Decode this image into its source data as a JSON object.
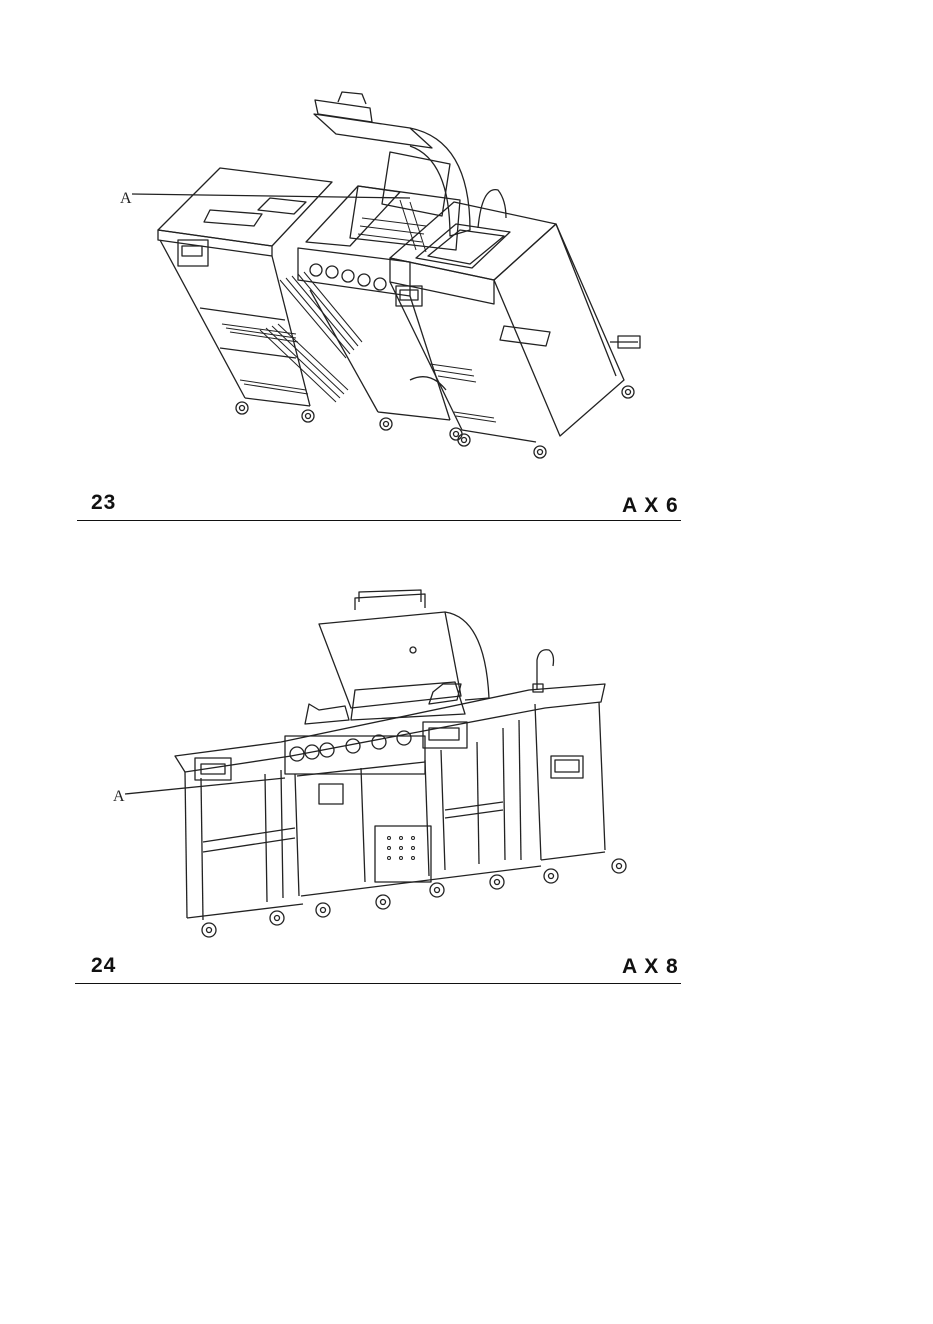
{
  "steps": [
    {
      "number": "23",
      "quantity": "A X 6",
      "callout": "A"
    },
    {
      "number": "24",
      "quantity": "A X 8",
      "callout": "A"
    }
  ]
}
